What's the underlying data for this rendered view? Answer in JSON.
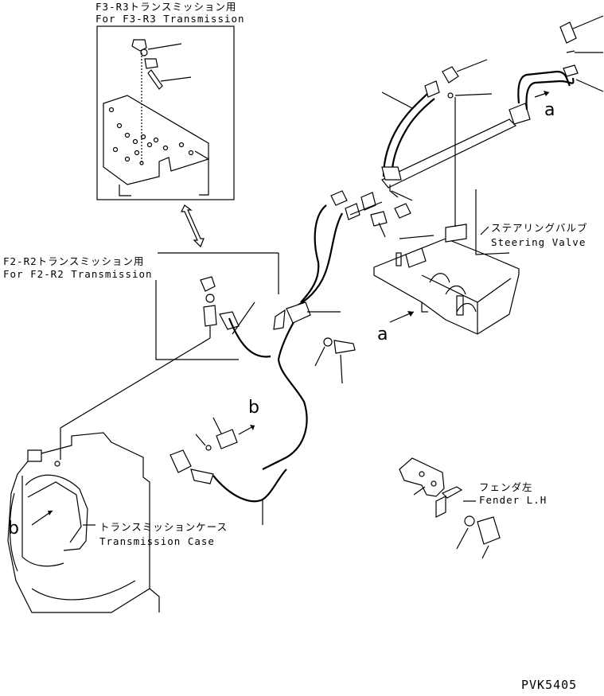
{
  "labels": {
    "f3r3_jp": "F3-R3トランスミッション用",
    "f3r3_en": "For F3-R3 Transmission",
    "f2r2_jp": "F2-R2トランスミッション用",
    "f2r2_en": "For F2-R2 Transmission",
    "steering_jp": "ステアリングバルブ",
    "steering_en": "Steering Valve",
    "trans_case_jp": "トランスミッションケース",
    "trans_case_en": "Transmission Case",
    "fender_jp": "フェンダ左",
    "fender_en": "Fender L.H"
  },
  "markers": {
    "a_upper": "a",
    "a_lower": "a",
    "b_upper": "b",
    "b_lower": "b"
  },
  "drawing_code": "PVK5405"
}
